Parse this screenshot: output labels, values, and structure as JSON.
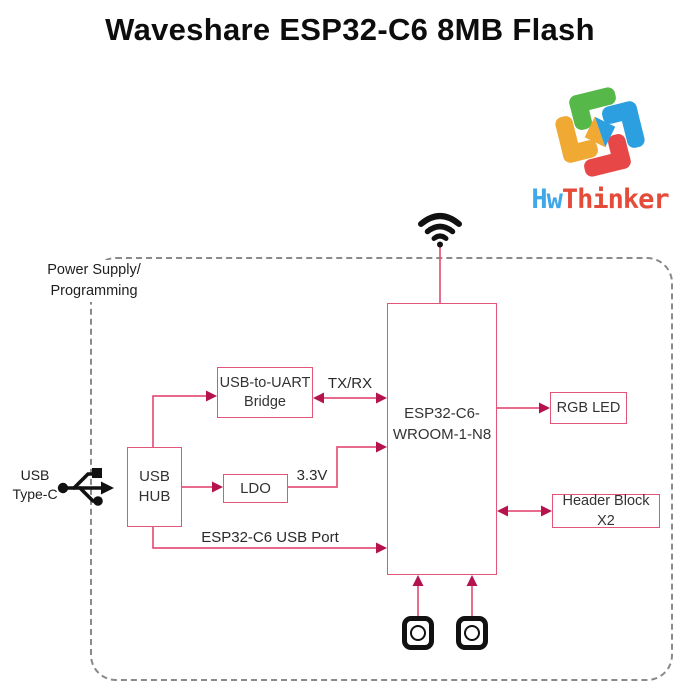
{
  "title": "Waveshare ESP32-C6 8MB Flash",
  "logo": {
    "brand_blue": "Hw",
    "brand_red": "Thinker"
  },
  "diagram": {
    "container_label_line1": "Power Supply/",
    "container_label_line2": "Programming",
    "usb_type_c_line1": "USB",
    "usb_type_c_line2": "Type-C",
    "usb_hub_line1": "USB",
    "usb_hub_line2": "HUB",
    "bridge_line1": "USB-to-UART",
    "bridge_line2": "Bridge",
    "ldo": "LDO",
    "esp32_line1": "ESP32-C6-",
    "esp32_line2": "WROOM-1-N8",
    "rgb_led": "RGB LED",
    "header_block": "Header Block X2",
    "label_txrx": "TX/RX",
    "label_33v": "3.3V",
    "label_usb_port": "ESP32-C6 USB Port"
  },
  "icons": {
    "wifi": "wifi-icon",
    "usb_trident": "usb-icon",
    "buttons": [
      "push-button-icon",
      "push-button-icon"
    ]
  },
  "colors": {
    "wire_line": "#e4547b",
    "arrowhead": "#b5134e",
    "box_border": "#e05578",
    "dashed_frame": "#8a8a8a",
    "logo_green": "#55b848",
    "logo_blue": "#2b9fe0",
    "logo_red": "#e84747",
    "logo_orange": "#f0a933",
    "brand_blue_text": "#3fa8e8",
    "brand_red_text": "#e64b3a",
    "title_text": "#0d0d0d"
  }
}
